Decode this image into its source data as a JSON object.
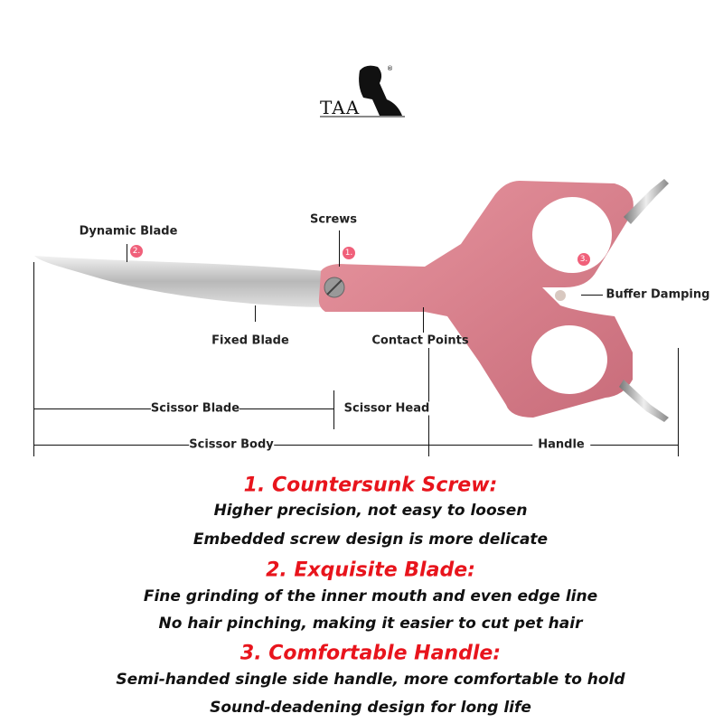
{
  "logo": {
    "text": "TAA",
    "registered": "®"
  },
  "labels": {
    "dynamic_blade": "Dynamic Blade",
    "screws": "Screws",
    "fixed_blade": "Fixed Blade",
    "contact_points": "Contact Points",
    "buffer_damping": "Buffer Damping",
    "scissor_blade": "Scissor Blade",
    "scissor_head": "Scissor Head",
    "scissor_body": "Scissor Body",
    "handle": "Handle"
  },
  "badges": [
    "1.",
    "2.",
    "3."
  ],
  "features": [
    {
      "title": "1. Countersunk Screw:",
      "lines": [
        "Higher precision, not easy to loosen",
        "Embedded screw design is more delicate"
      ]
    },
    {
      "title": "2. Exquisite Blade:",
      "lines": [
        "Fine grinding of the inner mouth and even edge line",
        "No hair pinching, making it easier to cut pet hair"
      ]
    },
    {
      "title": "3. Comfortable Handle:",
      "lines": [
        "Semi-handed single side handle, more comfortable to hold",
        "Sound-deadening design for long life"
      ]
    }
  ],
  "colors": {
    "heading": "#e8141c",
    "handle": "#d9828e",
    "badge": "#f0607a"
  }
}
